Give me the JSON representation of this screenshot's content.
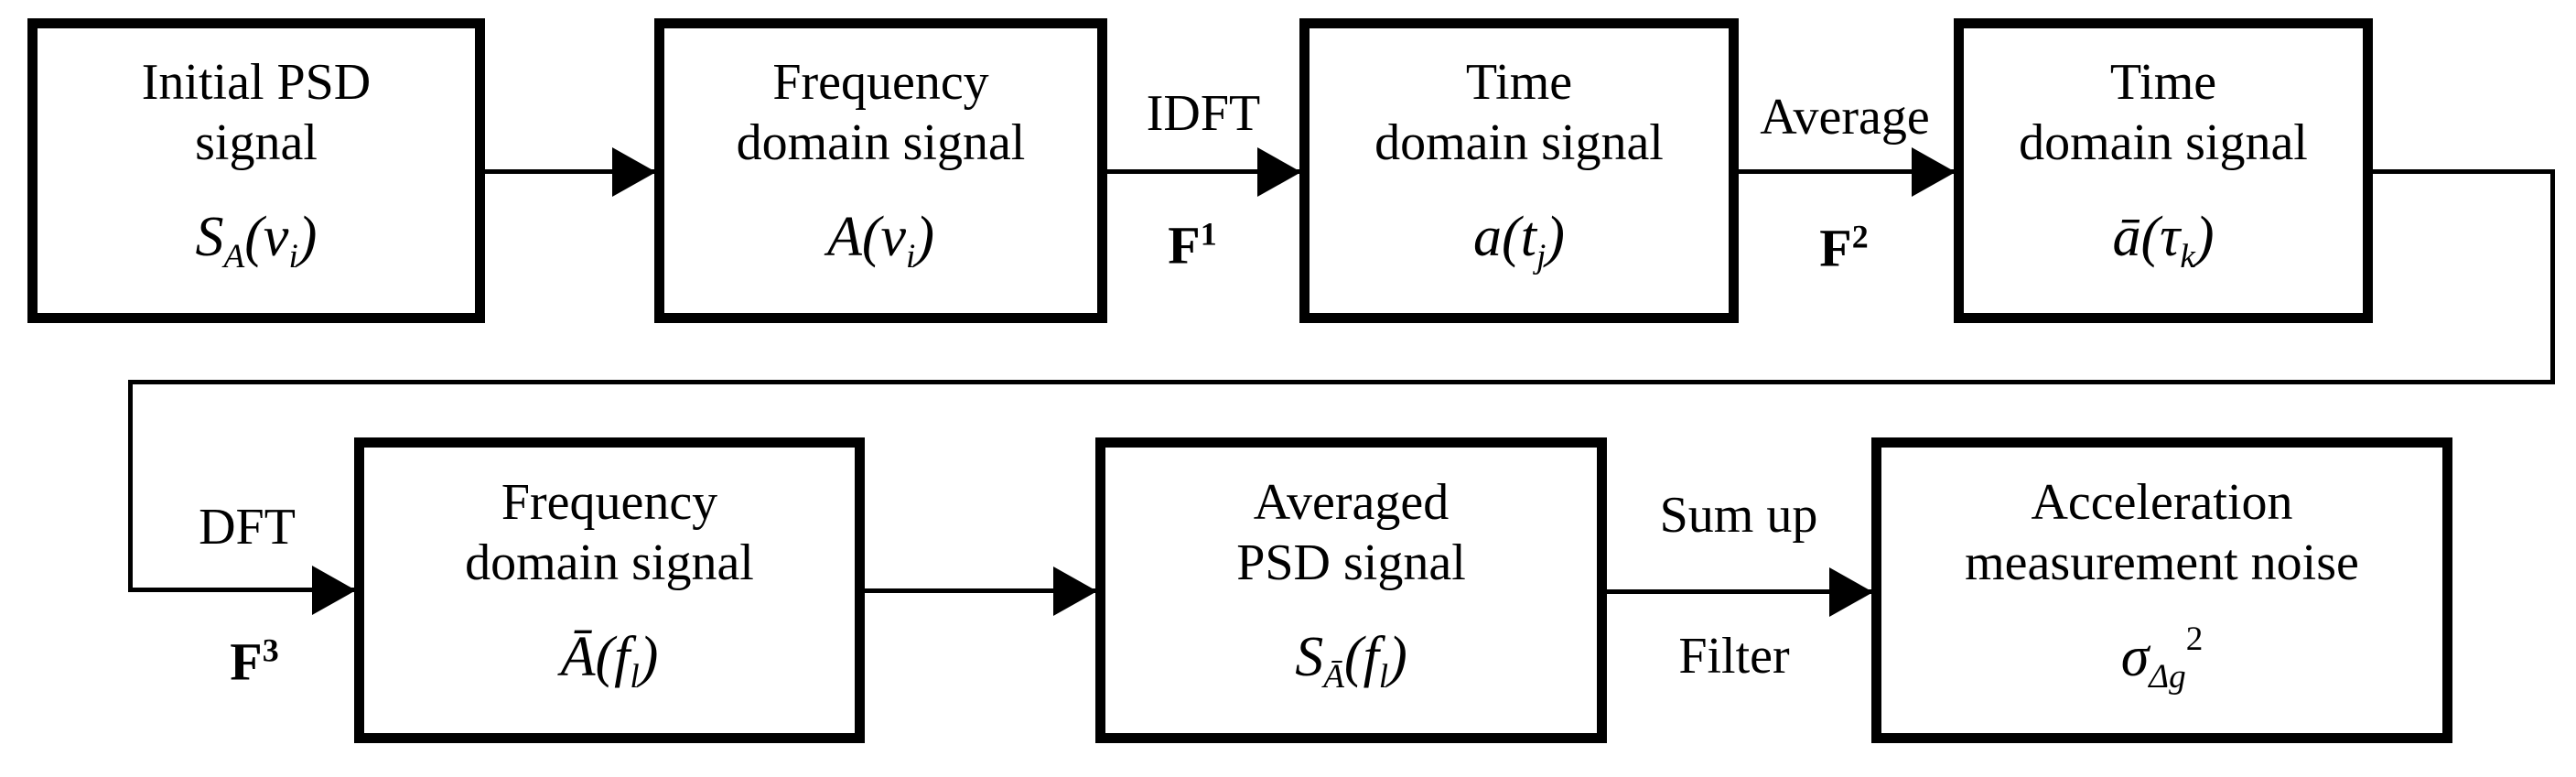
{
  "diagram": {
    "background_color": "#ffffff",
    "line_color": "#000000",
    "box_fill": "#ffffff",
    "boxes": [
      {
        "id": "initial-psd-signal",
        "lines": [
          "Initial PSD",
          "signal"
        ],
        "formula": {
          "main": "S",
          "sub": "A",
          "open": "(",
          "arg": "ν",
          "argsub": "i",
          "close": ")",
          "sup": ""
        }
      },
      {
        "id": "frequency-domain-signal-1",
        "lines": [
          "Frequency",
          "domain signal"
        ],
        "formula": {
          "main": "A",
          "sub": "",
          "open": "(",
          "arg": "ν",
          "argsub": "i",
          "close": ")",
          "sup": ""
        }
      },
      {
        "id": "time-domain-signal-1",
        "lines": [
          "Time",
          "domain signal"
        ],
        "formula": {
          "main": "a",
          "sub": "",
          "open": "(",
          "arg": "t",
          "argsub": "j",
          "close": ")",
          "sup": ""
        }
      },
      {
        "id": "time-domain-signal-2",
        "lines": [
          "Time",
          "domain signal"
        ],
        "formula": {
          "main": "ā",
          "sub": "",
          "open": "(",
          "arg": "τ",
          "argsub": "k",
          "close": ")",
          "sup": ""
        }
      },
      {
        "id": "frequency-domain-signal-2",
        "lines": [
          "Frequency",
          "domain signal"
        ],
        "formula": {
          "main": "Ā",
          "sub": "",
          "open": "(",
          "arg": "f",
          "argsub": "l",
          "close": ")",
          "sup": ""
        }
      },
      {
        "id": "averaged-psd-signal",
        "lines": [
          "Averaged",
          "PSD signal"
        ],
        "formula": {
          "main": "S",
          "sub": "Ā",
          "open": "(",
          "arg": "f",
          "argsub": "l",
          "close": ")",
          "sup": ""
        }
      },
      {
        "id": "acceleration-measurement-noise",
        "lines": [
          "Acceleration",
          "measurement noise"
        ],
        "formula": {
          "main": "σ",
          "sub": "Δg",
          "open": "",
          "arg": "",
          "argsub": "",
          "close": "",
          "sup": "2"
        }
      }
    ],
    "edge_labels": {
      "idft": "IDFT",
      "f1": {
        "main": "F",
        "sup": "1"
      },
      "average": "Average",
      "f2": {
        "main": "F",
        "sup": "2"
      },
      "dft": "DFT",
      "f3": {
        "main": "F",
        "sup": "3"
      },
      "sum_up": "Sum up",
      "filter": "Filter"
    }
  }
}
